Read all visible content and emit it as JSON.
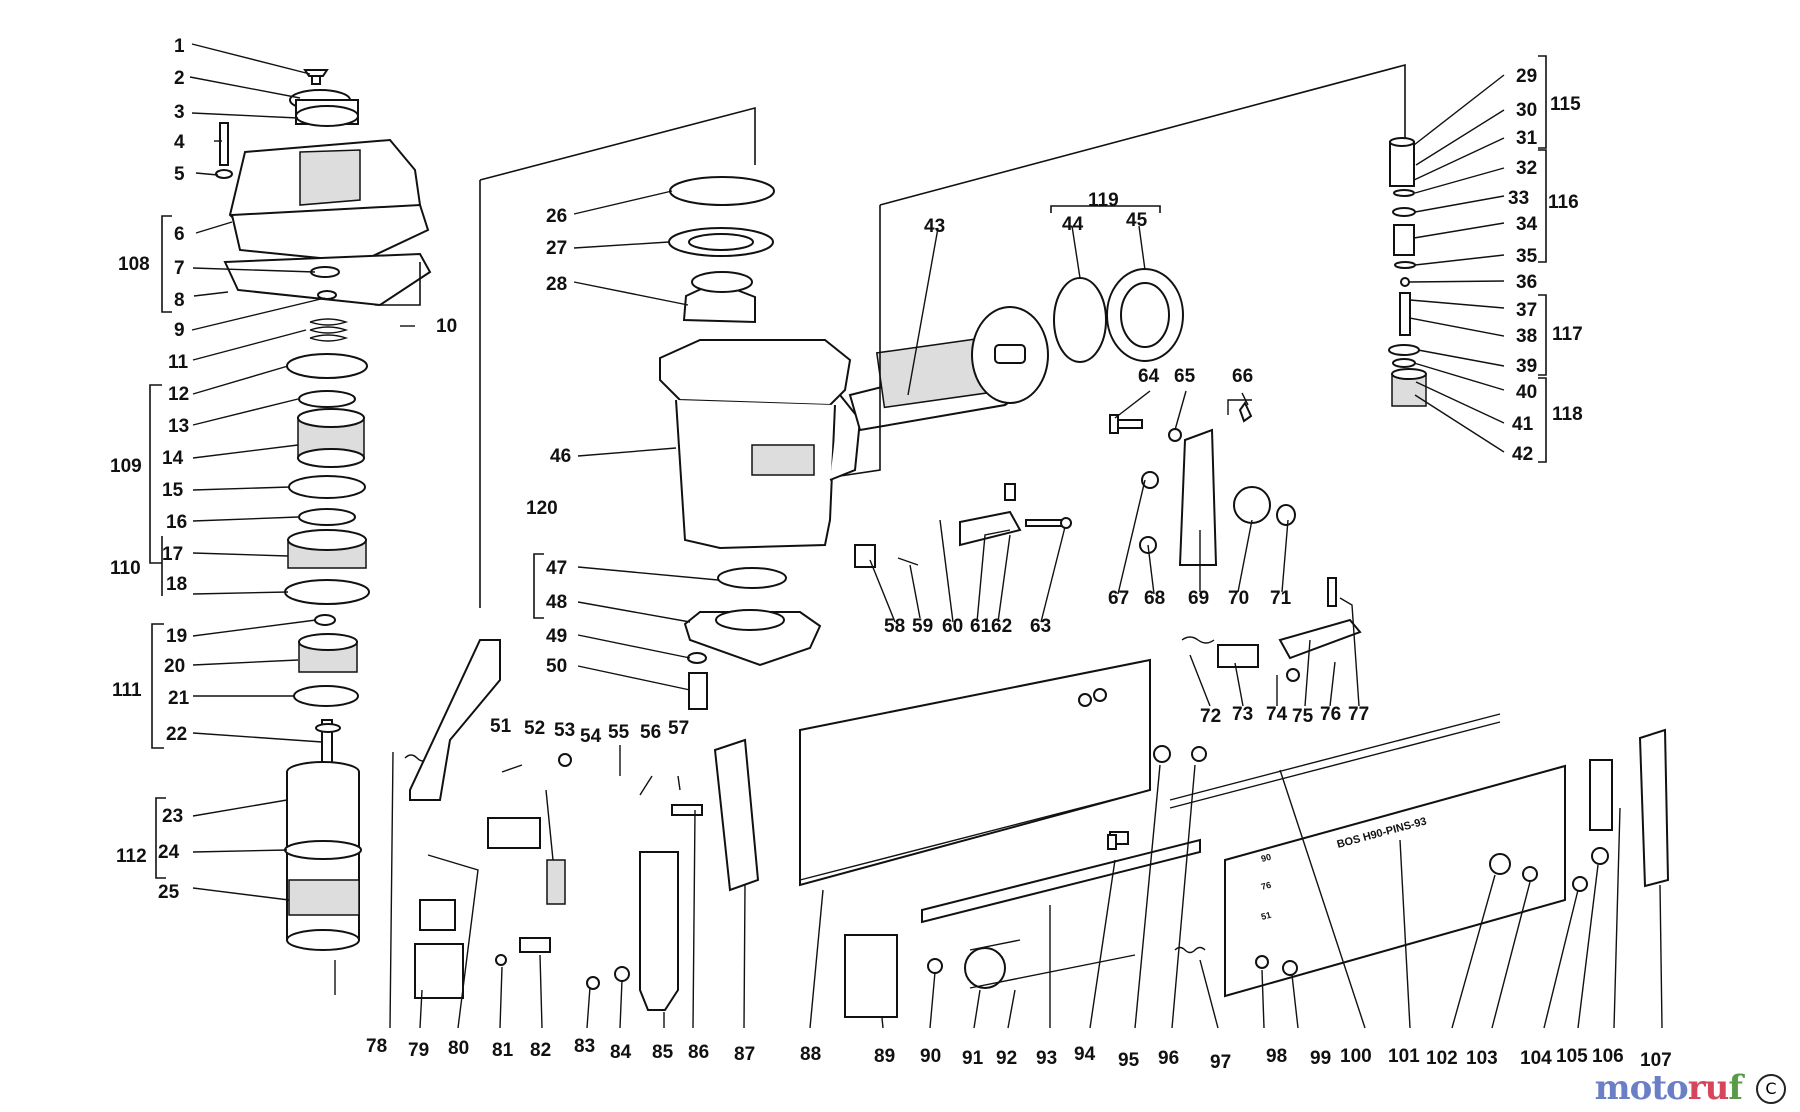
{
  "diagram": {
    "callouts": [
      "1",
      "2",
      "3",
      "4",
      "5",
      "6",
      "7",
      "8",
      "9",
      "10",
      "11",
      "12",
      "13",
      "14",
      "15",
      "16",
      "17",
      "18",
      "19",
      "20",
      "21",
      "22",
      "23",
      "24",
      "25",
      "26",
      "27",
      "28",
      "29",
      "30",
      "31",
      "32",
      "33",
      "34",
      "35",
      "36",
      "37",
      "38",
      "39",
      "40",
      "41",
      "42",
      "43",
      "44",
      "45",
      "46",
      "47",
      "48",
      "49",
      "50",
      "51",
      "52",
      "53",
      "54",
      "55",
      "56",
      "57",
      "58",
      "59",
      "60",
      "61",
      "62",
      "63",
      "64",
      "65",
      "66",
      "67",
      "68",
      "69",
      "70",
      "71",
      "72",
      "73",
      "74",
      "75",
      "76",
      "77",
      "78",
      "79",
      "80",
      "81",
      "82",
      "83",
      "84",
      "85",
      "86",
      "87",
      "88",
      "89",
      "90",
      "91",
      "92",
      "93",
      "94",
      "95",
      "96",
      "97",
      "98",
      "99",
      "100",
      "101",
      "102",
      "103",
      "104",
      "105",
      "106",
      "107"
    ],
    "groups": [
      "108",
      "109",
      "110",
      "111",
      "112",
      "115",
      "116",
      "117",
      "118",
      "119",
      "120"
    ],
    "plate_marking": "BOS H90-PINS-93",
    "scale_marks": [
      "90",
      "76",
      "51"
    ]
  },
  "footer": {
    "watermark_a": "moto",
    "watermark_b": "ru",
    "watermark_c": "f",
    "copyright_symbol": "C"
  }
}
